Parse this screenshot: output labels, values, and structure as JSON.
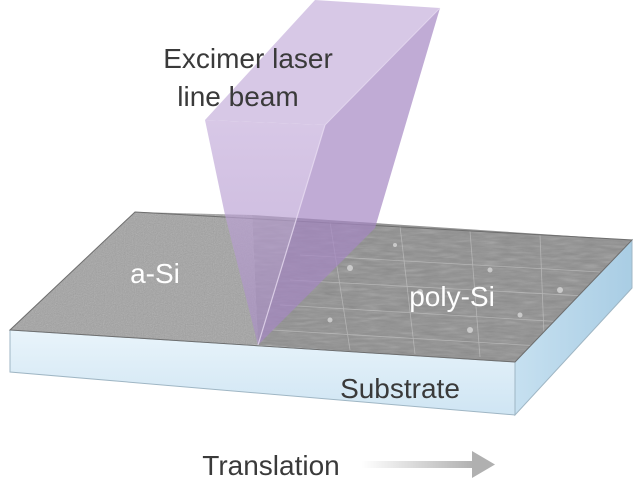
{
  "labels": {
    "beam_line1": "Excimer laser",
    "beam_line2": "line beam",
    "amorphous": "a-Si",
    "poly": "poly-Si",
    "substrate": "Substrate",
    "translation": "Translation"
  },
  "colors": {
    "beam_front": "#b9a0cf",
    "beam_side": "#9d7fbb",
    "beam_top": "#d6c7e4",
    "asi": "#9c9c9c",
    "polysi": "#8a8a8a",
    "substrate_front": "#dcedf7",
    "substrate_side": "#b8d6ea",
    "arrow": "#b5b5b5",
    "text_dark": "#3a3a3a",
    "text_light": "#ffffff"
  }
}
